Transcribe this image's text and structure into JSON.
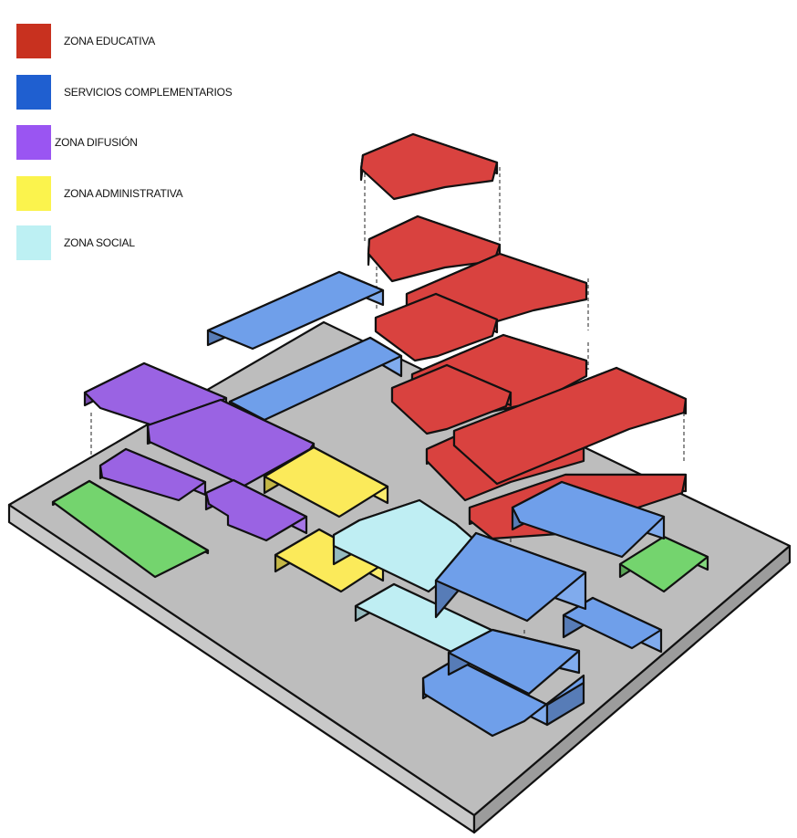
{
  "legend": [
    {
      "label": "ZONA EDUCATIVA",
      "color": "#c8311f"
    },
    {
      "label": "SERVICIOS COMPLEMENTARIOS",
      "color": "#1f5fd0"
    },
    {
      "label": "ZONA DIFUSIÓN",
      "color": "#9a55f2"
    },
    {
      "label": "ZONA ADMINISTRATIVA",
      "color": "#fbf34d"
    },
    {
      "label": "ZONA SOCIAL",
      "color": "#bdf0f3"
    }
  ],
  "unlabeled_zone_color": "#6fd56b",
  "site_base_color": "#bdbdbd",
  "block_colors": {
    "educativa": "#d9423f",
    "servicios": "#6f9fea",
    "difusion": "#9a63e3",
    "administrativa": "#fbea5a",
    "social": "#bfeef3",
    "green": "#74d46e"
  }
}
